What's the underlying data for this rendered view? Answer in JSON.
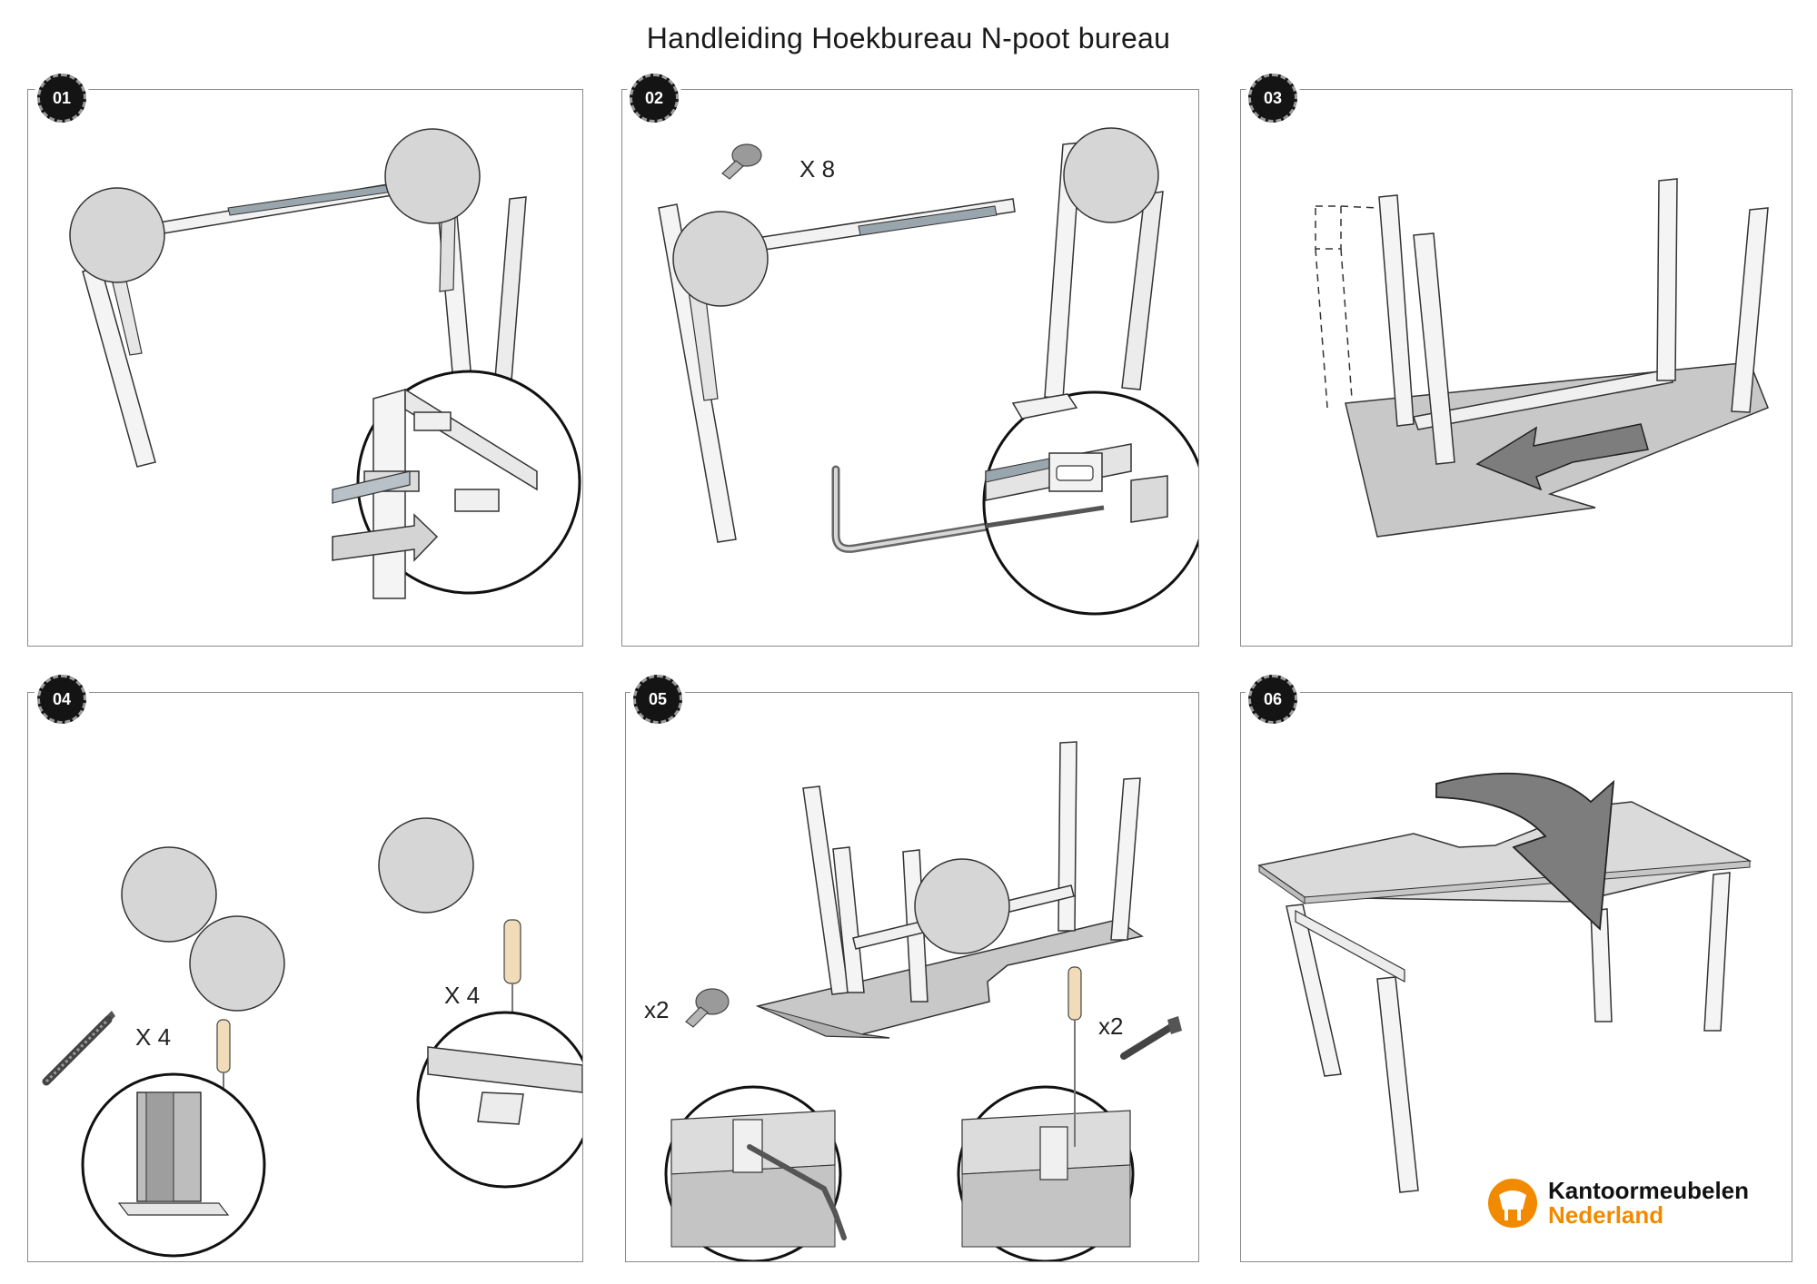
{
  "title": "Handleiding Hoekbureau N-poot bureau",
  "steps": [
    {
      "number": "01"
    },
    {
      "number": "02",
      "screw_count": "X 8"
    },
    {
      "number": "03"
    },
    {
      "number": "04",
      "screw_count_left": "X 4",
      "screw_count_right": "X 4"
    },
    {
      "number": "05",
      "bolt_count": "x2",
      "screw_count": "x2"
    },
    {
      "number": "06"
    }
  ],
  "brand": {
    "line1": "Kantoormeubelen",
    "line2": "Nederland",
    "accent": "#f28a00"
  },
  "colors": {
    "placeholder": "#d6d6d6",
    "desk_top": "#c8c8c8",
    "arrow": "#7d7d7d"
  }
}
